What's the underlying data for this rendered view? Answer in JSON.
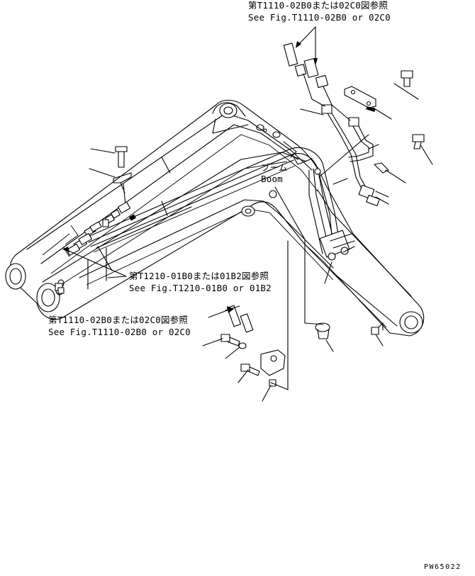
{
  "references": {
    "top_jp": "第T1110-02B0または02C0図参照",
    "top_en": "See Fig.T1110-02B0 or 02C0",
    "mid_jp": "第T1210-01B0または01B2図参照",
    "mid_en": "See Fig.T1210-01B0 or 01B2",
    "low_jp": "第T1110-02B0または02C0図参照",
    "low_en": "See Fig.T1110-02B0 or 02C0"
  },
  "boom_label": {
    "jp": "ブーム",
    "en": "Boom"
  },
  "drawing_code": "PW65022"
}
